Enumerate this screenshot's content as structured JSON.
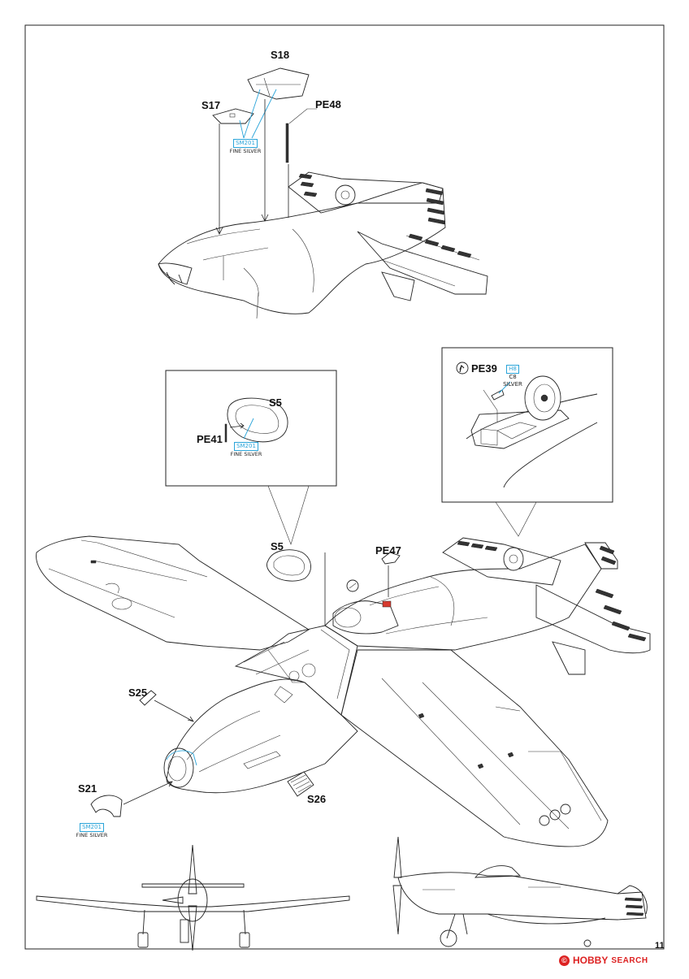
{
  "page": {
    "number": "11"
  },
  "watermark": {
    "brand": "HOBBY",
    "suffix": "SEARCH",
    "copyright": "©"
  },
  "parts": {
    "s18": "S18",
    "s17": "S17",
    "pe48": "PE48",
    "s5_detail": "S5",
    "pe41": "PE41",
    "pe39": "PE39",
    "s5_main": "S5",
    "pe47": "PE47",
    "s25": "S25",
    "s21": "S21",
    "s26": "S26"
  },
  "paints": {
    "top_sm201_code": "SM201",
    "top_sm201_name": "FINE SILVER",
    "detail_sm201_code": "SM201",
    "detail_sm201_name": "FINE SILVER",
    "gear_h8_code": "H8",
    "gear_c8": "C8",
    "gear_silver": "SILVER",
    "s21_sm201_code": "SM201",
    "s21_sm201_name": "FINE SILVER"
  },
  "colors": {
    "paint_code": "#2aa4d9",
    "highlight_red": "#d63a2f",
    "ink": "#222222"
  }
}
